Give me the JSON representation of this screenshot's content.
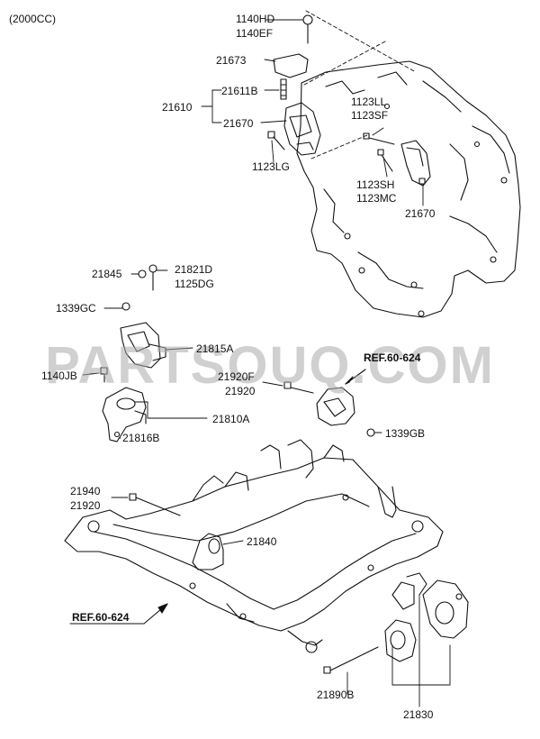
{
  "header": {
    "variant": "(2000CC)"
  },
  "watermark": "PARTSOUQ.COM",
  "refs": {
    "upper": "REF.60-624",
    "lower": "REF.60-624"
  },
  "parts": {
    "p1140HD": "1140HD",
    "p1140EF": "1140EF",
    "p21673": "21673",
    "p21611B": "21611B",
    "p21610": "21610",
    "p21670a": "21670",
    "p1123LG": "1123LG",
    "p1123LL": "1123LL",
    "p1123SF": "1123SF",
    "p1123SH": "1123SH",
    "p1123MC": "1123MC",
    "p21670b": "21670",
    "p21845": "21845",
    "p21821D": "21821D",
    "p1125DG": "1125DG",
    "p1339GC": "1339GC",
    "p21815A": "21815A",
    "p1140JB": "1140JB",
    "p21810A": "21810A",
    "p21816B": "21816B",
    "p21920F": "21920F",
    "p21920a": "21920",
    "p1339GB": "1339GB",
    "p21940": "21940",
    "p21920b": "21920",
    "p21840": "21840",
    "p21890B": "21890B",
    "p21830": "21830"
  }
}
